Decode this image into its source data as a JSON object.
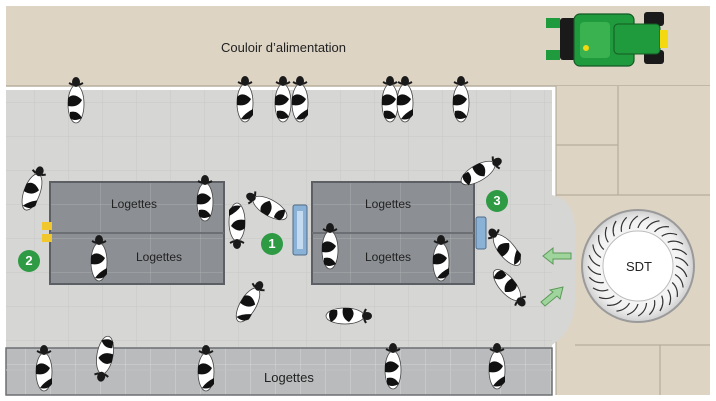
{
  "feed_alley": {
    "label": "Couloir d’alimentation"
  },
  "stalls": [
    {
      "id": "stall-left-top",
      "label": "Logettes"
    },
    {
      "id": "stall-left-bottom",
      "label": "Logettes"
    },
    {
      "id": "stall-mid-top",
      "label": "Logettes"
    },
    {
      "id": "stall-mid-bottom",
      "label": "Logettes"
    },
    {
      "id": "stall-bottom-row",
      "label": "Logettes"
    }
  ],
  "robot": {
    "label": "SDT"
  },
  "markers": [
    {
      "id": "marker-1",
      "label": "1"
    },
    {
      "id": "marker-2",
      "label": "2"
    },
    {
      "id": "marker-3",
      "label": "3"
    }
  ],
  "colors": {
    "feed_alley": "#ddd4c4",
    "barn_floor": "#d6d6d4",
    "stall_block": "#8c8f93",
    "marker_green": "#2e9a44",
    "tractor_green": "#1f9a3c",
    "arrow_green": "#9fd59c"
  },
  "icons": [
    "tractor-icon",
    "cow-icon",
    "rotary-brush-icon",
    "arrow-icon",
    "scraper-device-icon"
  ]
}
